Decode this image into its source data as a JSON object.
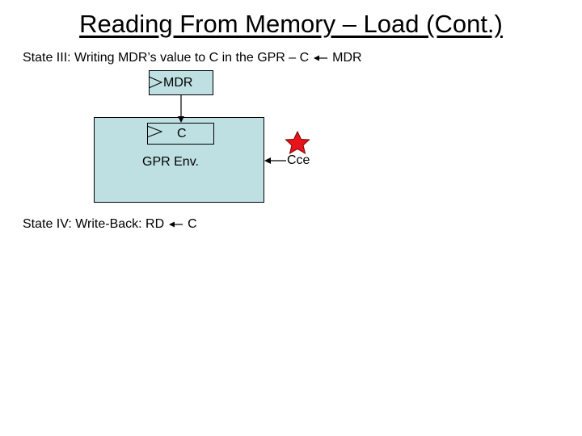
{
  "title": "Reading From Memory – Load (Cont.)",
  "state3": {
    "text": "State III: Writing MDR’s value to C in the GPR – C",
    "after": "MDR"
  },
  "diagram": {
    "mdr": "MDR",
    "c": "C",
    "gpr": "GPR Env.",
    "cce": "Cce"
  },
  "state4": {
    "text": "State IV: Write-Back: RD",
    "after": "C"
  },
  "colors": {
    "box_fill": "#bfe0e3",
    "star": "#e8141b"
  }
}
